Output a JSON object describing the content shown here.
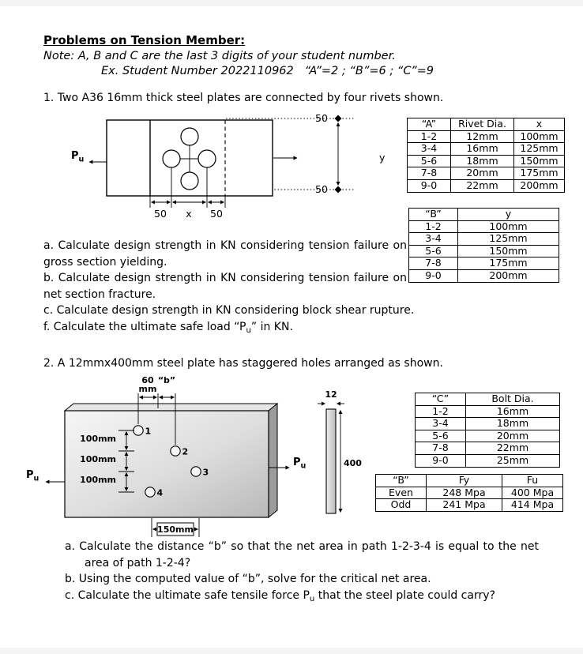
{
  "page": {
    "title": "Problems on Tension Member:",
    "note": "Note: A, B and C are the last 3 digits of your student number.",
    "note_example": "Ex. Student Number 2022110962   “A”=2 ; “B”=6 ; “C”=9"
  },
  "problem1": {
    "statement": "1. Two A36 16mm thick steel plates are connected by four rivets shown.",
    "diagram": {
      "load_label_main": "P",
      "load_label_sub": "u",
      "dim_bottom_left": "50",
      "dim_bottom_mid": "x",
      "dim_bottom_right": "50",
      "dim_top_edge": "50",
      "dim_bottom_edge": "50",
      "dim_y": "y"
    },
    "rivet_table": {
      "headers": [
        "“A”",
        "Rivet Dia.",
        "x"
      ],
      "rows": [
        [
          "1-2",
          "12mm",
          "100mm"
        ],
        [
          "3-4",
          "16mm",
          "125mm"
        ],
        [
          "5-6",
          "18mm",
          "150mm"
        ],
        [
          "7-8",
          "20mm",
          "175mm"
        ],
        [
          "9-0",
          "22mm",
          "200mm"
        ]
      ]
    },
    "y_table": {
      "headers": [
        "“B”",
        "y"
      ],
      "rows": [
        [
          "1-2",
          "100mm"
        ],
        [
          "3-4",
          "125mm"
        ],
        [
          "5-6",
          "150mm"
        ],
        [
          "7-8",
          "175mm"
        ],
        [
          "9-0",
          "200mm"
        ]
      ]
    },
    "question_a": "a. Calculate design strength in KN considering tension failure on gross section yielding.",
    "question_b": "b. Calculate design strength in KN considering tension failure on net section fracture.",
    "question_c": "c. Calculate design strength in KN considering block shear rupture.",
    "question_f_pre": "f. Calculate the ultimate safe load “P",
    "question_f_sub": "u",
    "question_f_post": "” in KN."
  },
  "problem2": {
    "statement": "2. A 12mmx400mm steel plate has staggered holes arranged as shown.",
    "diagram": {
      "dim_60": "60",
      "dim_60_unit": "mm",
      "dim_b": "“b”",
      "dim_100_1": "100mm",
      "dim_100_2": "100mm",
      "dim_100_3": "100mm",
      "dim_150": "150mm",
      "hole_1": "1",
      "hole_2": "2",
      "hole_3": "3",
      "hole_4": "4",
      "load_label_main": "P",
      "load_label_sub": "u",
      "thickness": "12",
      "depth": "400"
    },
    "bolt_table": {
      "headers": [
        "“C”",
        "Bolt Dia."
      ],
      "rows": [
        [
          "1-2",
          "16mm"
        ],
        [
          "3-4",
          "18mm"
        ],
        [
          "5-6",
          "20mm"
        ],
        [
          "7-8",
          "22mm"
        ],
        [
          "9-0",
          "25mm"
        ]
      ]
    },
    "material_table": {
      "headers": [
        "“B”",
        "Fy",
        "Fu"
      ],
      "rows": [
        [
          "Even",
          "248 Mpa",
          "400 Mpa"
        ],
        [
          "Odd",
          "241 Mpa",
          "414 Mpa"
        ]
      ]
    },
    "question_a": "a. Calculate the distance “b” so that the net area in path 1-2-3-4 is equal to the net area of path 1-2-4?",
    "question_b": "b. Using the computed value of “b”, solve for the critical net area.",
    "question_c_pre": "c. Calculate the ultimate safe tensile force P",
    "question_c_sub": "u",
    "question_c_post": " that the steel plate could carry?"
  }
}
